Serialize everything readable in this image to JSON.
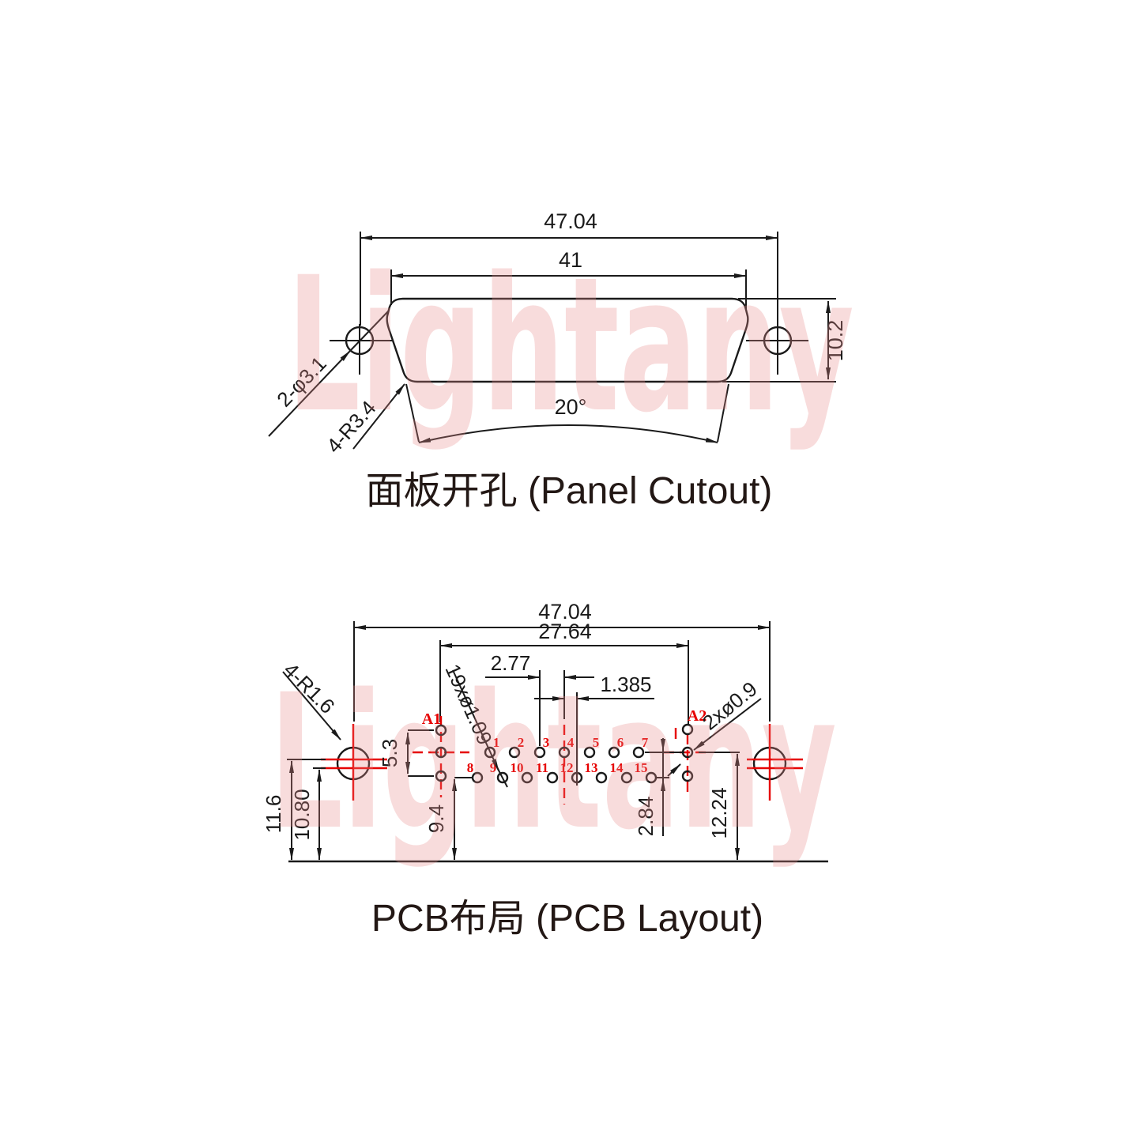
{
  "watermark": {
    "text": "Lightany"
  },
  "panel": {
    "title": "面板开孔 (Panel Cutout)",
    "dim_hole_spacing": "47.04",
    "dim_cutout_width": "41",
    "dim_height": "10.2",
    "dim_angle": "20°",
    "label_mount_holes": "2-φ3.1",
    "label_corner_radius": "4-R3.4"
  },
  "pcb": {
    "title": "PCB布局 (PCB Layout)",
    "dim_mount_spacing": "47.04",
    "dim_coax_spacing": "27.64",
    "dim_pin_pitch": "2.77",
    "dim_row_offset": "1.385",
    "label_signal_holes": "19xø1.09",
    "label_coax_holes": "2xø0.9",
    "label_mount_radius": "4-R1.6",
    "dim_coax_height": "5.3",
    "dim_row_to_edge": "9.4",
    "dim_mount_to_edge": "11.6",
    "dim_mount_center_to_edge": "10.80",
    "dim_row_gap": "2.84",
    "dim_coax_to_edge": "12.24",
    "label_a1": "A1",
    "label_a2": "A2",
    "pins_top": [
      "1",
      "2",
      "3",
      "4",
      "5",
      "6",
      "7"
    ],
    "pins_bottom": [
      "8",
      "9",
      "10",
      "11",
      "12",
      "13",
      "14",
      "15"
    ]
  }
}
